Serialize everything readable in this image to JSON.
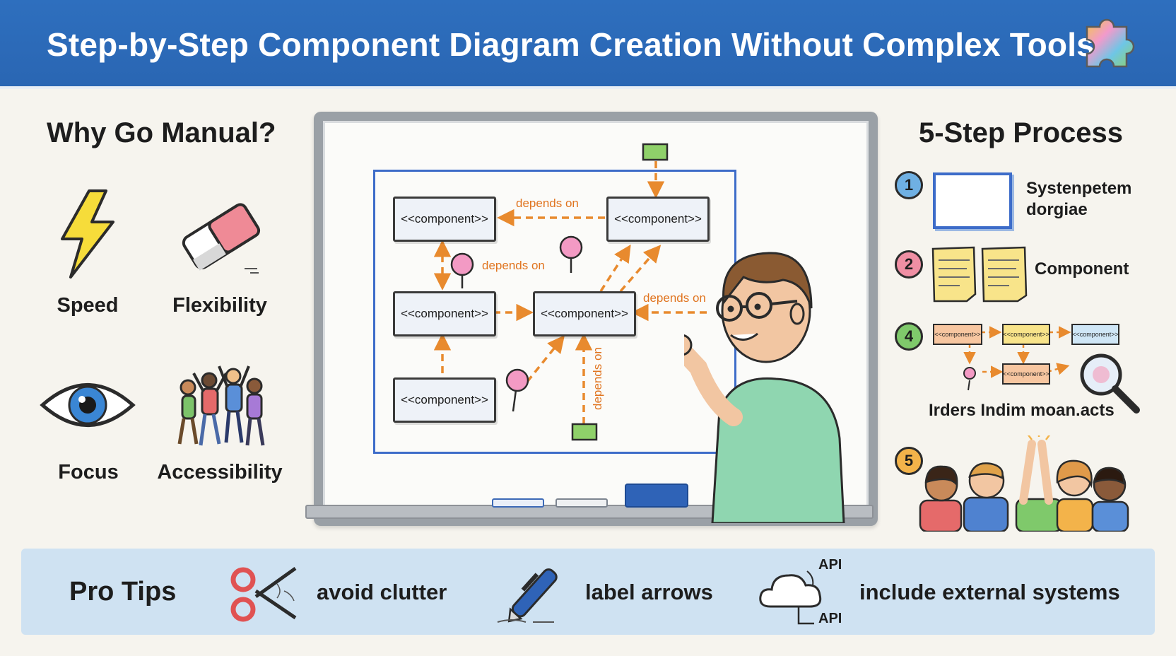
{
  "header": {
    "title": "Step-by-Step Component Diagram Creation Without Complex Tools"
  },
  "why": {
    "title": "Why Go Manual?",
    "items": [
      {
        "label": "Speed",
        "icon": "lightning-icon"
      },
      {
        "label": "Flexibility",
        "icon": "eraser-icon"
      },
      {
        "label": "Focus",
        "icon": "eye-icon"
      },
      {
        "label": "Accessibility",
        "icon": "people-group-icon"
      }
    ]
  },
  "whiteboard": {
    "components": [
      "<<component>>",
      "<<component>>",
      "<<component>>",
      "<<component>>",
      "<<component>>"
    ],
    "dependency_labels": [
      "depends on",
      "depends on",
      "depends on",
      "depends on"
    ]
  },
  "process": {
    "title": "5-Step Process",
    "steps": [
      {
        "number": "1",
        "text": "Systenpetem dorgiae",
        "color": "#6fb0e3"
      },
      {
        "number": "2",
        "text": "Component",
        "color": "#f08fa4"
      },
      {
        "number": "4",
        "text": "Irders Indim moan.acts",
        "color": "#7fc96b"
      },
      {
        "number": "5",
        "text": "",
        "color": "#f3b34a"
      }
    ],
    "mini_components": [
      "<<component>>",
      "<<component>>",
      "<<component>>",
      "<<component>>"
    ]
  },
  "tips": {
    "title": "Pro Tips",
    "items": [
      {
        "label": "avoid clutter",
        "icon": "scissors-icon"
      },
      {
        "label": "label arrows",
        "icon": "pen-icon"
      },
      {
        "label": "include external systems",
        "icon": "cloud-icon"
      }
    ],
    "api_top": "API",
    "api_bottom": "API"
  },
  "colors": {
    "banner": "#2e6fbe",
    "arrow": "#e88a2e",
    "frame": "#3d6cc9",
    "tips_bg": "#cfe2f2"
  }
}
